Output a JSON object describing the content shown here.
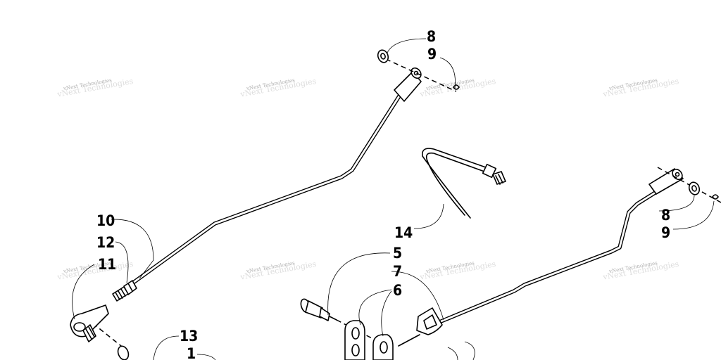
{
  "callouts": [
    {
      "id": "c8a",
      "label": "8"
    },
    {
      "id": "c9a",
      "label": "9"
    },
    {
      "id": "c10",
      "label": "10"
    },
    {
      "id": "c12",
      "label": "12"
    },
    {
      "id": "c11",
      "label": "11"
    },
    {
      "id": "c14",
      "label": "14"
    },
    {
      "id": "c5",
      "label": "5"
    },
    {
      "id": "c7",
      "label": "7"
    },
    {
      "id": "c6",
      "label": "6"
    },
    {
      "id": "c8b",
      "label": "8"
    },
    {
      "id": "c9b",
      "label": "9"
    },
    {
      "id": "c13",
      "label": "13"
    },
    {
      "id": "c1",
      "label": "1"
    }
  ],
  "watermark": {
    "text": "vNext Technologies"
  }
}
